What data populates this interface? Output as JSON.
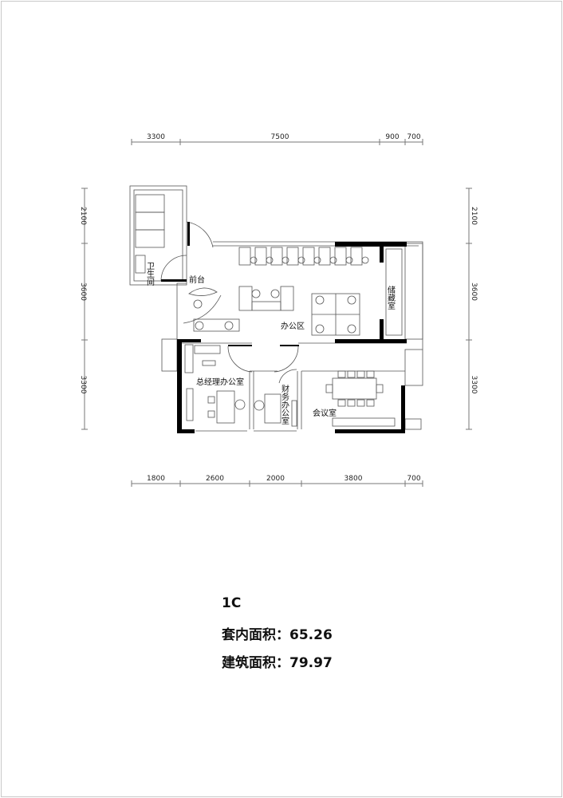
{
  "unit": {
    "code": "1C",
    "inner_area_label": "套内面积：",
    "inner_area": "65.26",
    "building_area_label": "建筑面积：",
    "building_area": "79.97"
  },
  "dimensions": {
    "top": [
      "3300",
      "7500",
      "900",
      "700"
    ],
    "bottom": [
      "1800",
      "2600",
      "2000",
      "3800",
      "700"
    ],
    "left": [
      "2100",
      "3600",
      "3300"
    ],
    "right": [
      "2100",
      "3600",
      "3300"
    ]
  },
  "rooms": {
    "toilet": "卫生间",
    "reception": "前台",
    "office_area": "办公区",
    "storage": "储藏室",
    "gm_office": "总经理办公室",
    "finance_office": "财务办公室",
    "meeting_room": "会议室"
  }
}
